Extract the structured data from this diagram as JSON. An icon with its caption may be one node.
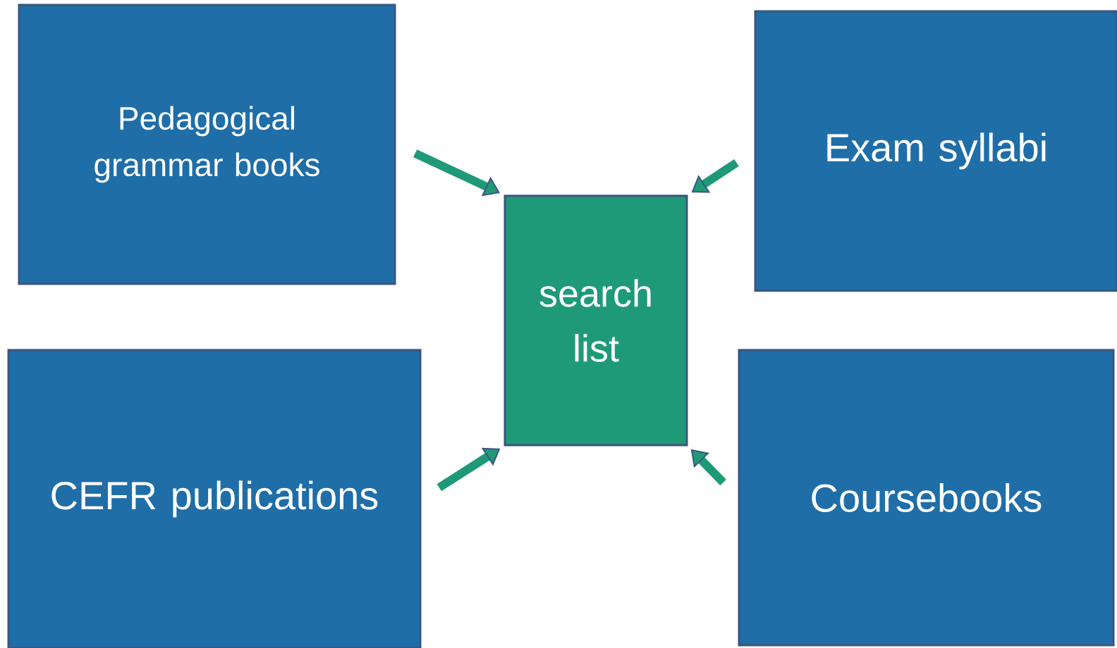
{
  "diagram": {
    "nodes": [
      {
        "text": [
          "Pedagogical grammar books"
        ]
      },
      {
        "text": [
          "Exam syllabi"
        ]
      },
      {
        "text": [
          "search list"
        ]
      },
      {
        "text": [
          "CEFR publications"
        ]
      },
      {
        "text": [
          "Coursebooks"
        ]
      }
    ],
    "edges": [
      {
        "from": 0,
        "to": 2,
        "arrow": "to"
      },
      {
        "from": 1,
        "to": 2,
        "arrow": "to"
      },
      {
        "from": 3,
        "to": 2,
        "arrow": "to"
      },
      {
        "from": 4,
        "to": 2,
        "arrow": "to"
      }
    ]
  }
}
